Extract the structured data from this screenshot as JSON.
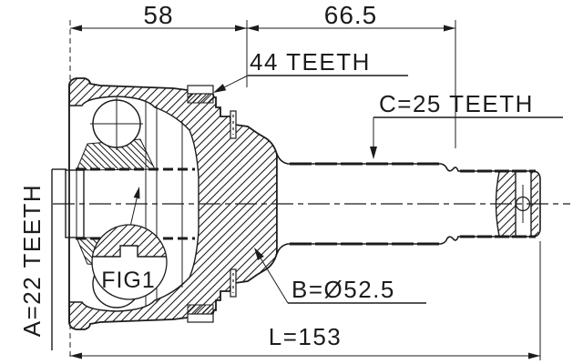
{
  "drawing": {
    "colors": {
      "ink": "#1c1c1c",
      "background": "#ffffff"
    },
    "dimensions": {
      "top_left_width": "58",
      "top_right_width": "66.5",
      "overall_length": "L=153"
    },
    "callouts": {
      "outer_spline": "44 TEETH",
      "shaft_spline": "C=25 TEETH",
      "inner_spline": "A=22 TEETH",
      "housing_diameter": "B=Ø52.5",
      "figure_reference": "FIG1"
    }
  }
}
